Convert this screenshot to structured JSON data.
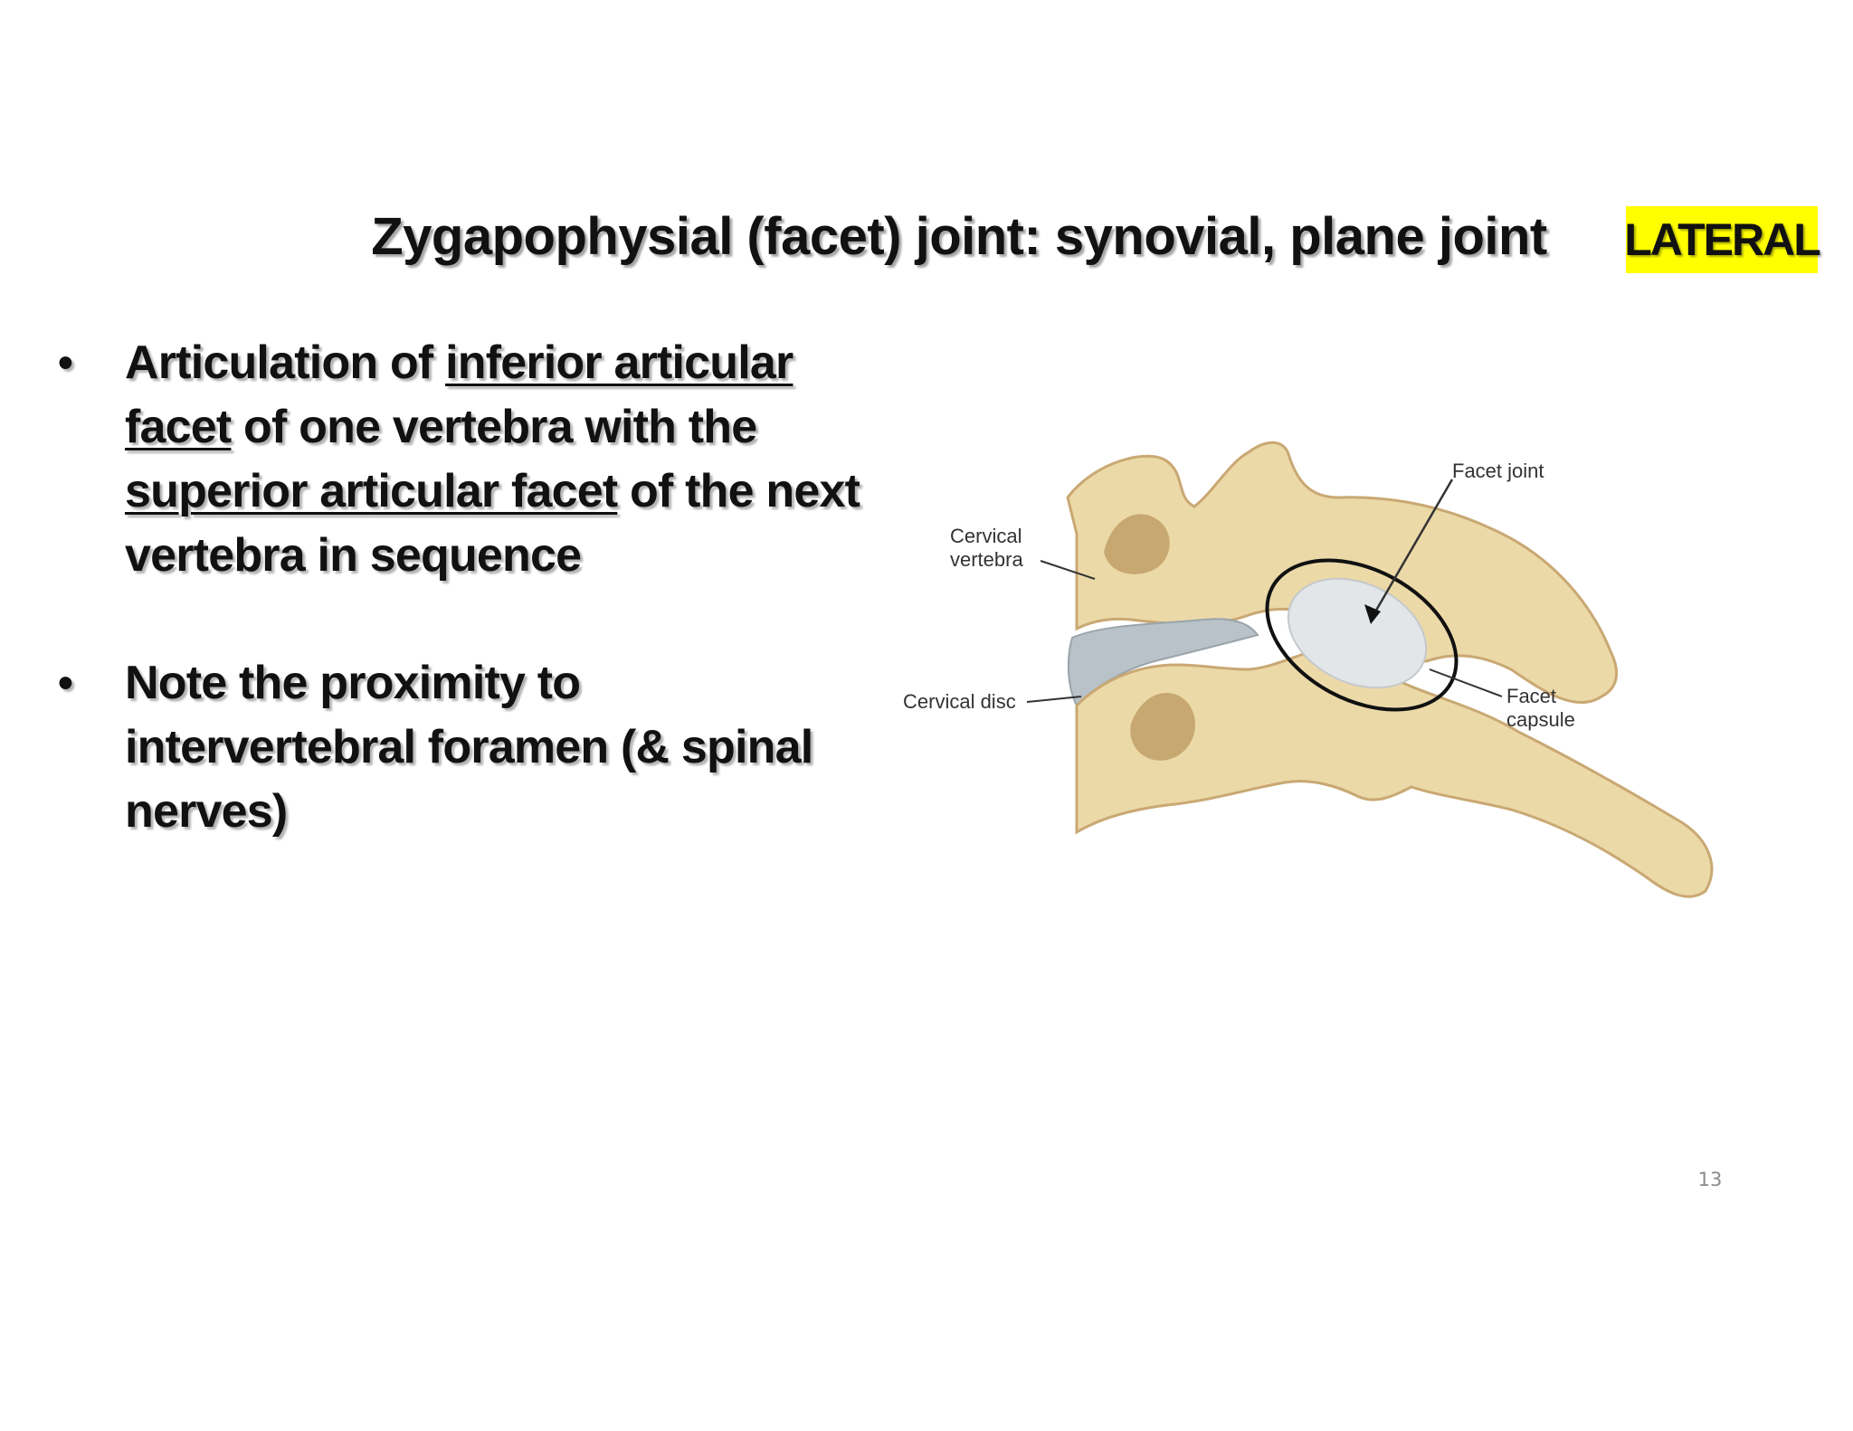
{
  "slide": {
    "title": "Zygapophysial (facet) joint: synovial, plane joint",
    "badge": "LATERAL",
    "page_number": "13"
  },
  "bullets": [
    {
      "parts": [
        "Articulation of ",
        "inferior articular facet",
        " of one vertebra with the ",
        "superior articular facet",
        " of the next vertebra in sequence"
      ]
    },
    {
      "text": "Note the proximity to intervertebral foramen (& spinal nerves)"
    }
  ],
  "figure": {
    "labels": {
      "facet_joint": "Facet joint",
      "cervical_vertebra_line1": "Cervical",
      "cervical_vertebra_line2": "vertebra",
      "cervical_disc": "Cervical disc",
      "facet_capsule_line1": "Facet",
      "facet_capsule_line2": "capsule"
    },
    "colors": {
      "bone": "#ecd9a8",
      "bone_shade": "#c9a873",
      "disc": "#b8c2c8",
      "capsule": "#e3e6e8"
    }
  },
  "colors": {
    "badge_background": "#ffff00",
    "text": "#111111"
  }
}
